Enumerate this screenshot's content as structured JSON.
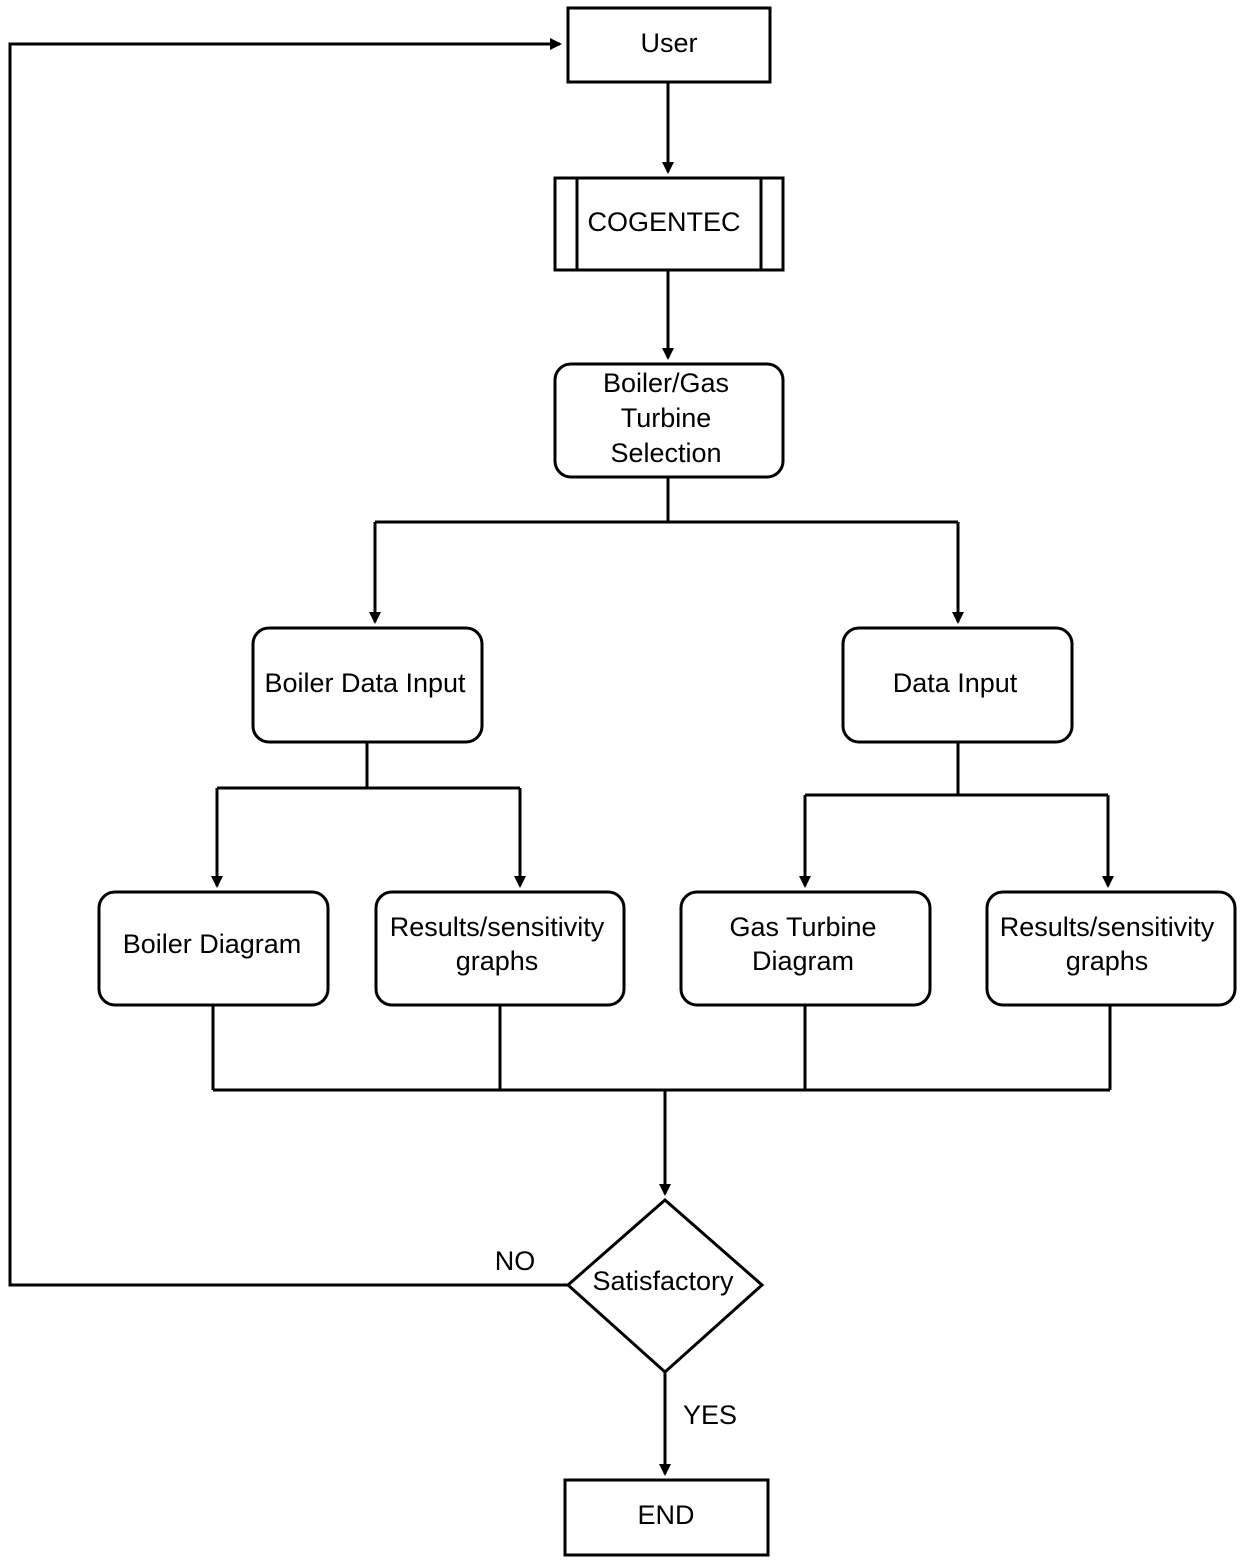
{
  "nodes": {
    "user": "User",
    "cogentec": "COGENTEC",
    "selection": [
      "Boiler/Gas",
      "Turbine",
      "Selection"
    ],
    "boiler_data_input": "Boiler Data Input",
    "data_input": "Data Input",
    "boiler_diagram": "Boiler Diagram",
    "results_left": [
      "Results/sensitivity",
      "graphs"
    ],
    "gas_turbine_diagram": [
      "Gas Turbine",
      "Diagram"
    ],
    "results_right": [
      "Results/sensitivity",
      "graphs"
    ],
    "satisfactory": "Satisfactory",
    "end": "END"
  },
  "edge_labels": {
    "no": "NO",
    "yes": "YES"
  }
}
